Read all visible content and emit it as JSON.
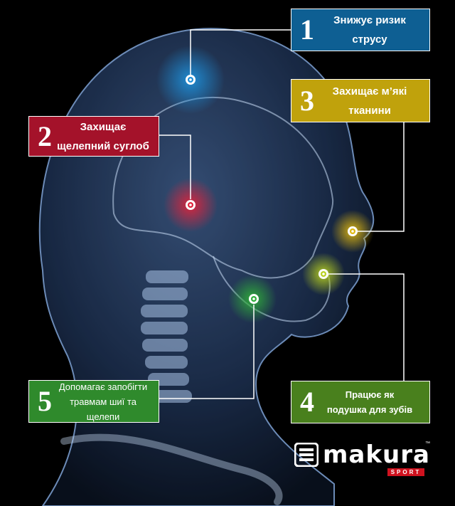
{
  "callouts": [
    {
      "num": "1",
      "text": "Знижує ризик\nструсу",
      "color": "#0e5f93"
    },
    {
      "num": "2",
      "text": "Захищає\nщелепний суглоб",
      "color": "#a4122a"
    },
    {
      "num": "3",
      "text": "Захищає м’які\nтканини",
      "color": "#c0a20c"
    },
    {
      "num": "4",
      "text": "Працює як\nподушка для зубів",
      "color": "#49801d"
    },
    {
      "num": "5",
      "text": "Допомагає запобігти\nтравмам шиї та\nщелепи",
      "color": "#2f8a2c"
    }
  ],
  "markers": [
    {
      "id": "brain",
      "color": "#1e8fd8"
    },
    {
      "id": "jaw-joint",
      "color": "#e0223a"
    },
    {
      "id": "lip",
      "color": "#e0b810"
    },
    {
      "id": "teeth",
      "color": "#b8d020"
    },
    {
      "id": "neck",
      "color": "#2fae3a"
    }
  ],
  "logo": {
    "word": "makura",
    "sub": "SPORT",
    "tm": "™"
  },
  "background": "x-ray human head illustration"
}
